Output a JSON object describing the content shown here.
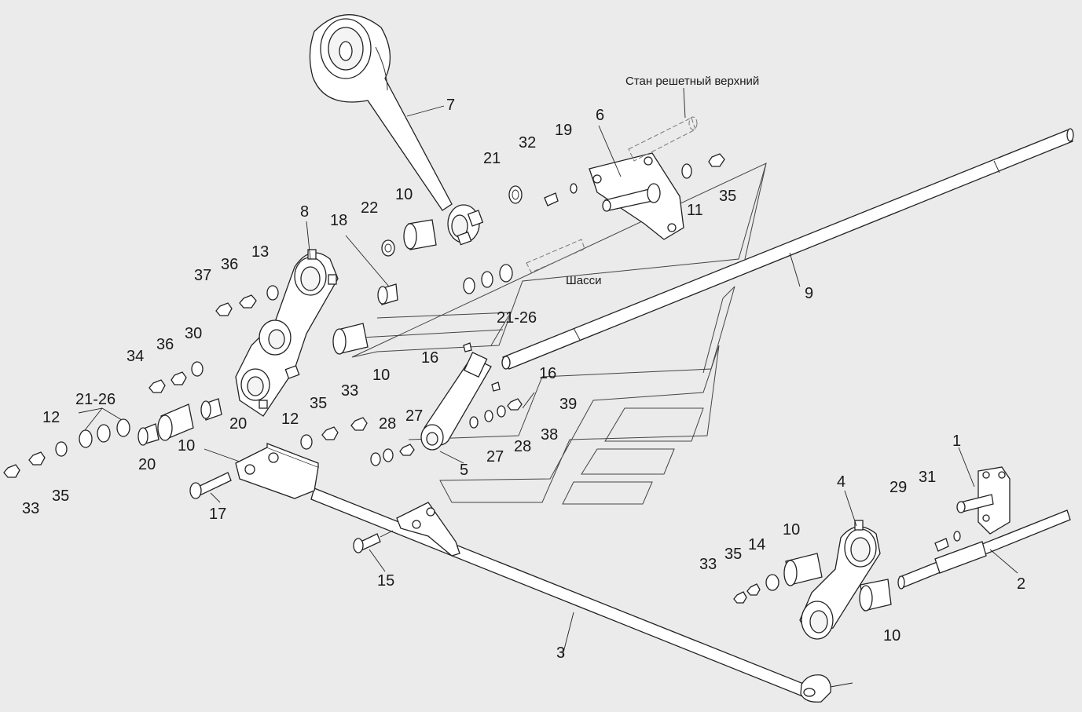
{
  "diagram": {
    "notes": {
      "upper_frame": "Стан решетный верхний",
      "chassis": "Шасси"
    },
    "callouts": {
      "c1": "1",
      "c2": "2",
      "c3": "3",
      "c4": "4",
      "c5": "5",
      "c6": "6",
      "c7": "7",
      "c8": "8",
      "c9": "9",
      "c10a": "10",
      "c10b": "10",
      "c10c": "10",
      "c10d": "10",
      "c10e": "10",
      "c11": "11",
      "c12a": "12",
      "c12b": "12",
      "c13": "13",
      "c14": "14",
      "c15": "15",
      "c16a": "16",
      "c16b": "16",
      "c17": "17",
      "c18": "18",
      "c19": "19",
      "c20a": "20",
      "c20b": "20",
      "c21": "21",
      "c2126a": "21-26",
      "c2126b": "21-26",
      "c22": "22",
      "c27a": "27",
      "c27b": "27",
      "c28a": "28",
      "c28b": "28",
      "c29": "29",
      "c30": "30",
      "c31": "31",
      "c32": "32",
      "c33a": "33",
      "c33b": "33",
      "c33c": "33",
      "c34": "34",
      "c35a": "35",
      "c35b": "35",
      "c35c": "35",
      "c35d": "35",
      "c36a": "36",
      "c36b": "36",
      "c37": "37",
      "c38": "38",
      "c39": "39"
    }
  }
}
